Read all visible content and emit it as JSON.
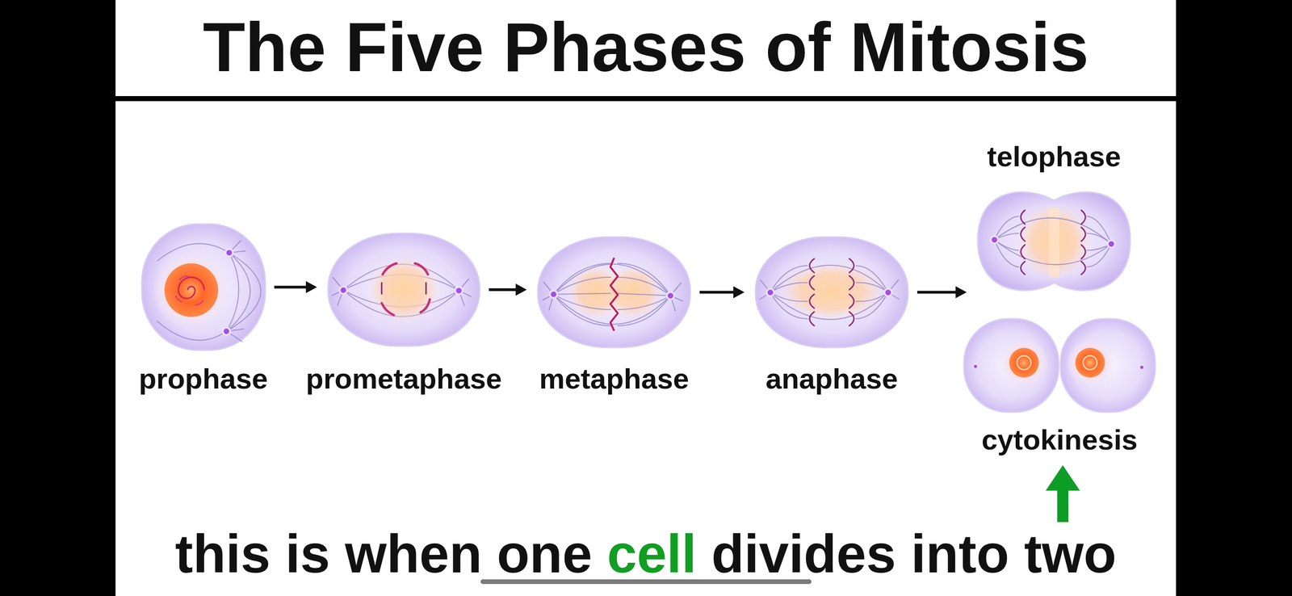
{
  "diagram": {
    "title": "The Five Phases of Mitosis",
    "caption": "this is when one cell divides into two",
    "nodes": [
      {
        "text": [
          "prophase"
        ]
      },
      {
        "text": [
          "prometaphase"
        ]
      },
      {
        "text": [
          "metaphase"
        ]
      },
      {
        "text": [
          "anaphase"
        ]
      },
      {
        "text": [
          "telophase"
        ]
      },
      {
        "text": [
          "cytokinesis"
        ]
      }
    ],
    "edges": [
      {
        "from": 0,
        "to": 1,
        "arrow": "to"
      },
      {
        "from": 1,
        "to": 2,
        "arrow": "to"
      },
      {
        "from": 2,
        "to": 3,
        "arrow": "to"
      },
      {
        "from": 3,
        "to": 4,
        "arrow": "to"
      }
    ]
  }
}
